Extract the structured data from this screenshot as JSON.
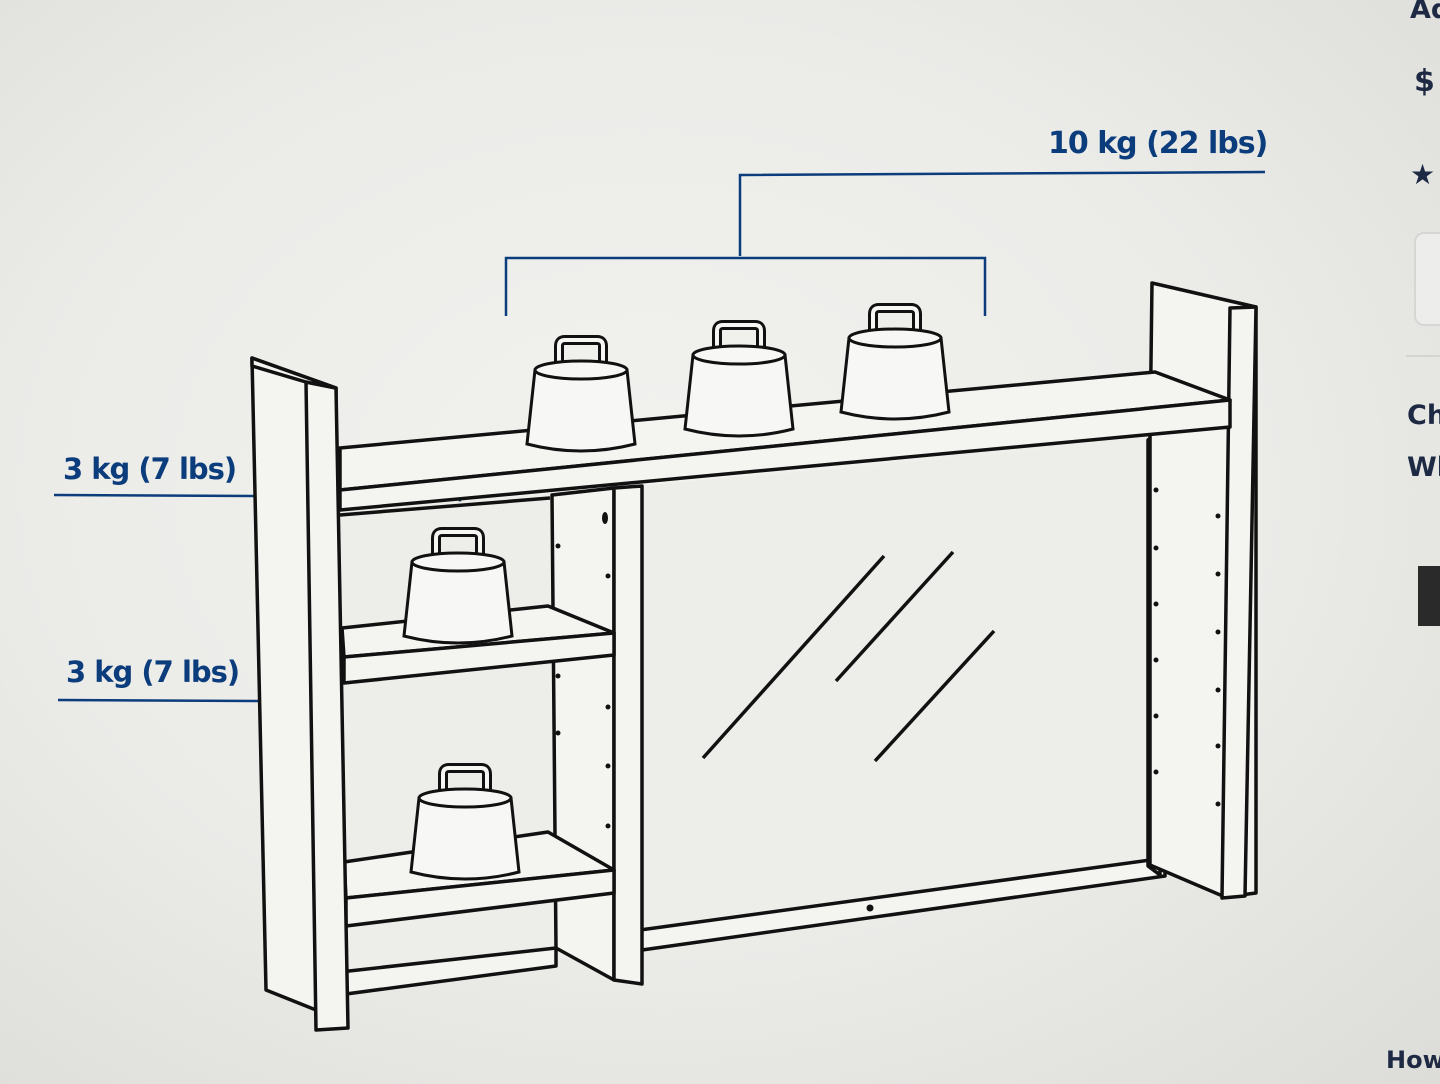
{
  "diagram": {
    "labels": {
      "top_shelf": "10 kg (22 lbs)",
      "middle_shelf": "3 kg (7 lbs)",
      "lower_shelf": "3 kg (7 lbs)"
    },
    "weight_icon": "kettlebell-weight-icon",
    "colors": {
      "label_blue": "#0b3c7c",
      "line": "#111111"
    }
  },
  "edge": {
    "ad": "Ad",
    "price": "$",
    "star": "★",
    "ch": "Ch",
    "wh": "Wh",
    "how": "How"
  }
}
